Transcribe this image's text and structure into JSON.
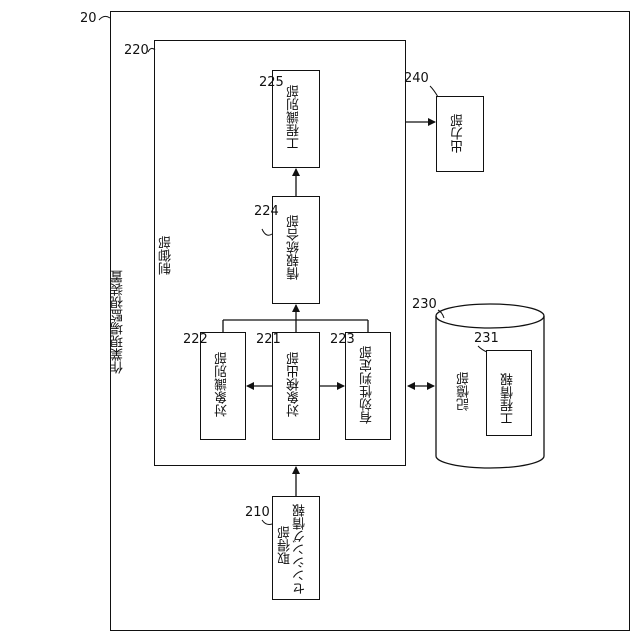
{
  "labels": {
    "device_num": "20",
    "control_num": "220",
    "output_num": "240",
    "process_id_num": "225",
    "info_merge_num": "224",
    "object_id_num": "222",
    "object_detect_num": "221",
    "validity_num": "223",
    "storage_num": "230",
    "process_info_num": "231",
    "sensing_num": "210"
  },
  "blocks": {
    "device": "作業現場監視装置",
    "control": "制御部",
    "output": "出力部",
    "process_id": "工程識別部",
    "info_merge": "情報統合部",
    "object_id": "対象識別部",
    "object_detect": "対象検出部",
    "validity": "有効性判定部",
    "storage": "記憶部",
    "process_info": "工程情報",
    "sensing_line1": "センシング情報",
    "sensing_line2": "取得部"
  }
}
